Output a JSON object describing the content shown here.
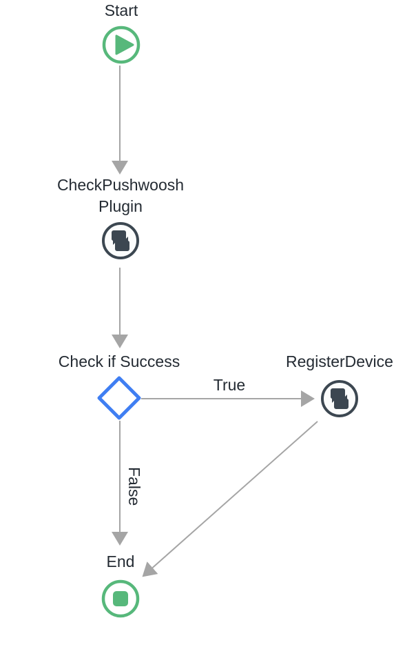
{
  "diagram": {
    "type": "workflow-flowchart",
    "background": "#ffffff",
    "colors": {
      "start_end_green": "#57b87b",
      "task_slate": "#3c4751",
      "decision_blue": "#3f7ef2",
      "connector_gray": "#a5a5a5",
      "label_text": "#242b33"
    },
    "nodes": [
      {
        "id": "start",
        "type": "start",
        "label": "Start",
        "icon": "play-circle-icon"
      },
      {
        "id": "checkpushwoosh-plugin",
        "type": "task",
        "label": "CheckPushwoosh Plugin",
        "label_lines": [
          "CheckPushwoosh",
          "Plugin"
        ],
        "icon": "chat-bubbles-icon"
      },
      {
        "id": "check-if-success",
        "type": "decision",
        "label": "Check if Success",
        "icon": "decision-diamond-icon"
      },
      {
        "id": "registerdevice",
        "type": "task",
        "label": "RegisterDevice",
        "icon": "chat-bubbles-icon"
      },
      {
        "id": "end",
        "type": "end",
        "label": "End",
        "icon": "stop-circle-icon"
      }
    ],
    "edges": [
      {
        "from": "start",
        "to": "checkpushwoosh-plugin",
        "label": ""
      },
      {
        "from": "checkpushwoosh-plugin",
        "to": "check-if-success",
        "label": ""
      },
      {
        "from": "check-if-success",
        "to": "registerdevice",
        "label": "True"
      },
      {
        "from": "check-if-success",
        "to": "end",
        "label": "False"
      },
      {
        "from": "registerdevice",
        "to": "end",
        "label": ""
      }
    ]
  }
}
